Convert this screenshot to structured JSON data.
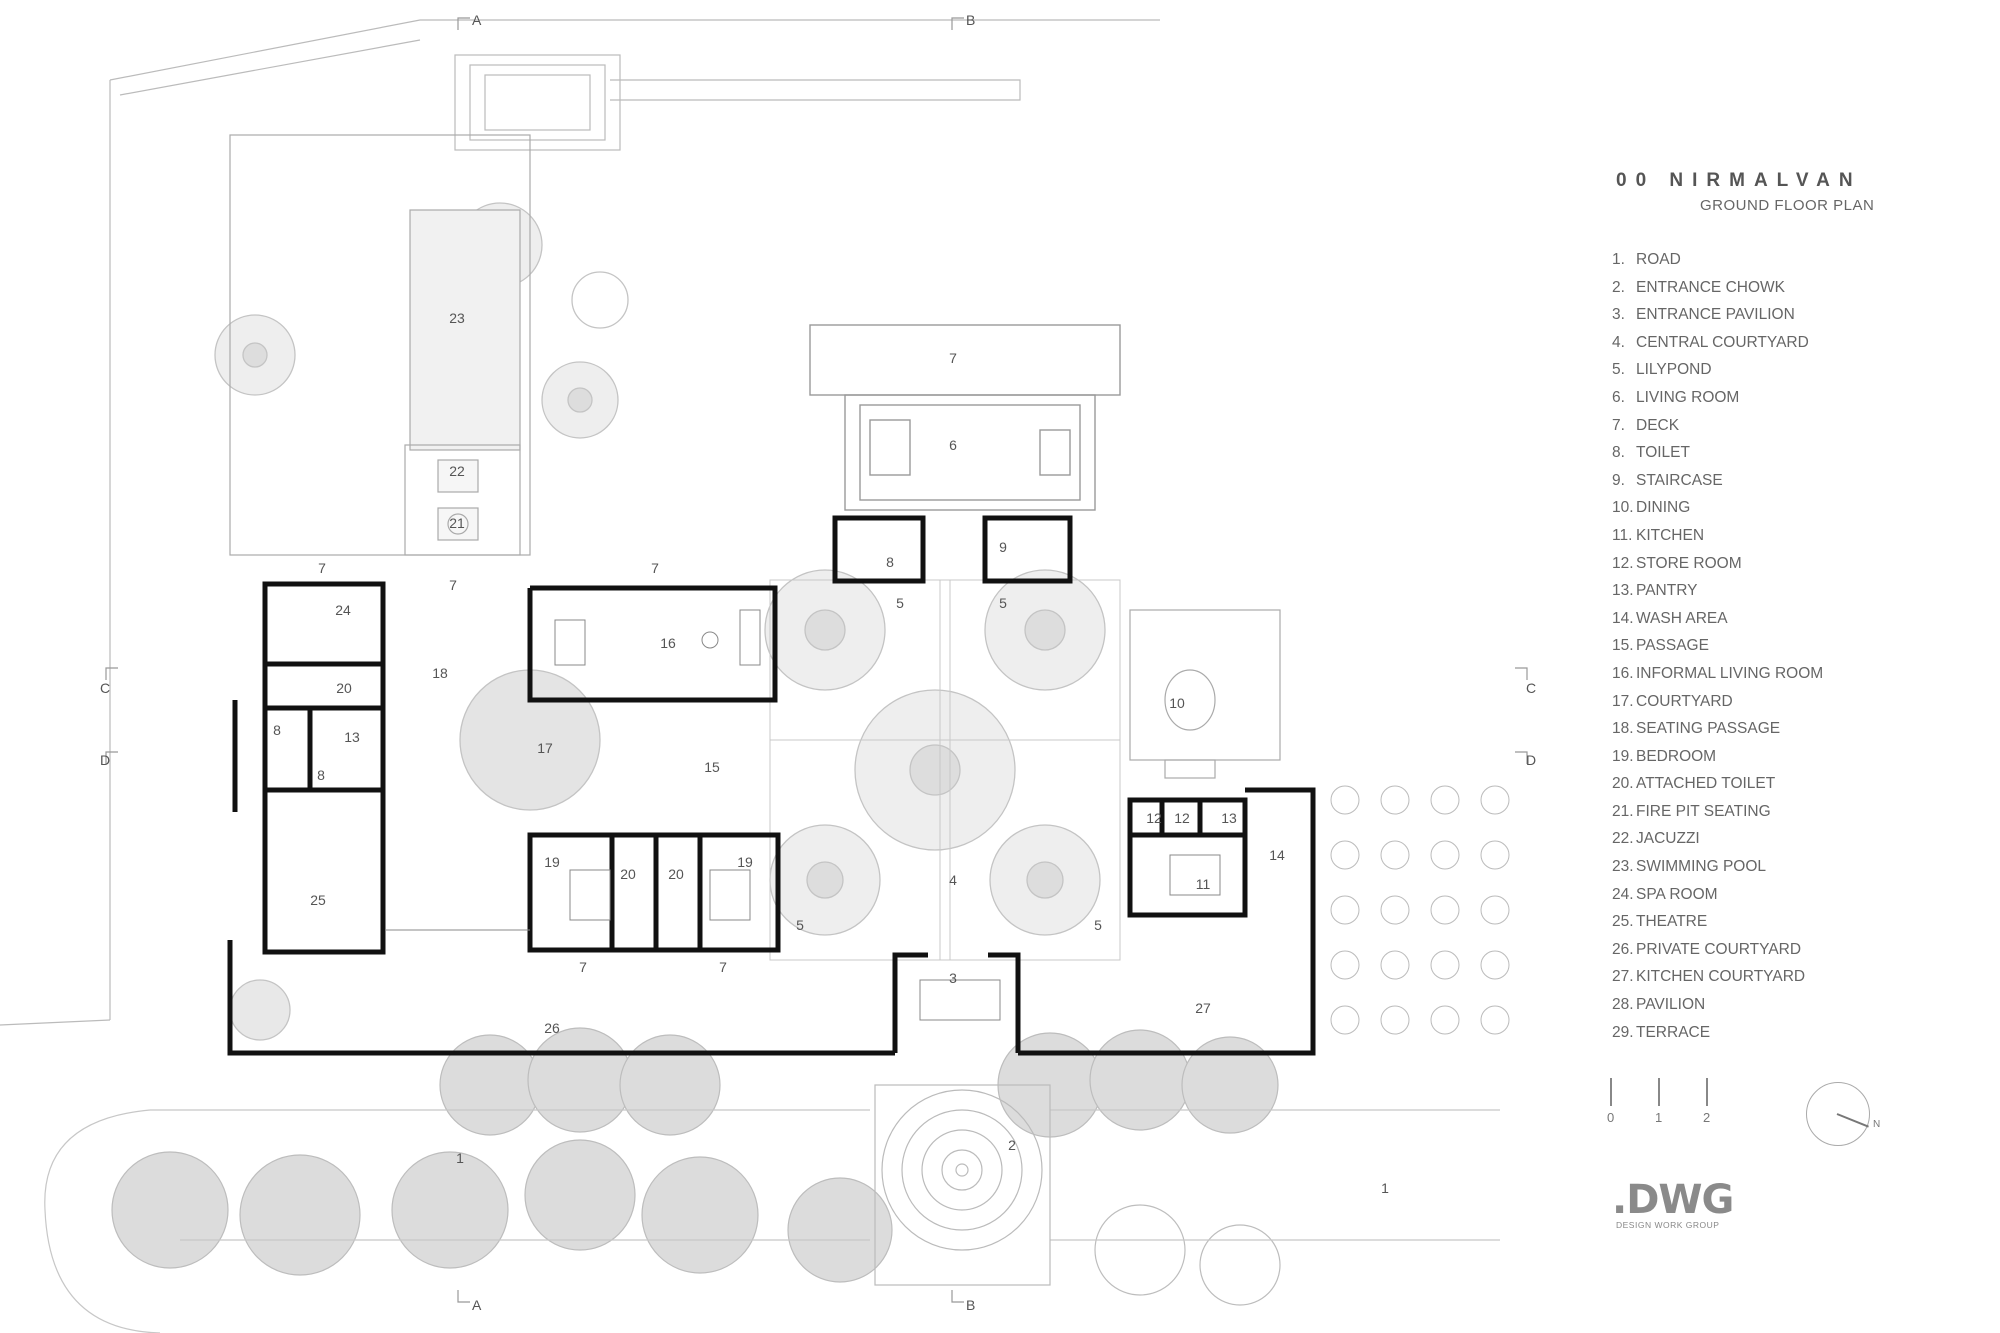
{
  "project": {
    "title": "00 NIRMALVAN",
    "subtitle": "GROUND FLOOR PLAN"
  },
  "legend": [
    {
      "num": "1.",
      "label": "ROAD"
    },
    {
      "num": "2.",
      "label": "ENTRANCE CHOWK"
    },
    {
      "num": "3.",
      "label": "ENTRANCE PAVILION"
    },
    {
      "num": "4.",
      "label": "CENTRAL COURTYARD"
    },
    {
      "num": "5.",
      "label": "LILYPOND"
    },
    {
      "num": "6.",
      "label": "LIVING ROOM"
    },
    {
      "num": "7.",
      "label": "DECK"
    },
    {
      "num": "8.",
      "label": "TOILET"
    },
    {
      "num": "9.",
      "label": "STAIRCASE"
    },
    {
      "num": "10.",
      "label": "DINING"
    },
    {
      "num": "11.",
      "label": "KITCHEN"
    },
    {
      "num": "12.",
      "label": "STORE ROOM"
    },
    {
      "num": "13.",
      "label": "PANTRY"
    },
    {
      "num": "14.",
      "label": "WASH AREA"
    },
    {
      "num": "15.",
      "label": "PASSAGE"
    },
    {
      "num": "16.",
      "label": "INFORMAL LIVING ROOM"
    },
    {
      "num": "17.",
      "label": "COURTYARD"
    },
    {
      "num": "18.",
      "label": "SEATING PASSAGE"
    },
    {
      "num": "19.",
      "label": "BEDROOM"
    },
    {
      "num": "20.",
      "label": "ATTACHED TOILET"
    },
    {
      "num": "21.",
      "label": "FIRE PIT SEATING"
    },
    {
      "num": "22.",
      "label": "JACUZZI"
    },
    {
      "num": "23.",
      "label": "SWIMMING POOL"
    },
    {
      "num": "24.",
      "label": "SPA ROOM"
    },
    {
      "num": "25.",
      "label": "THEATRE"
    },
    {
      "num": "26.",
      "label": "PRIVATE COURTYARD"
    },
    {
      "num": "27.",
      "label": "KITCHEN COURTYARD"
    },
    {
      "num": "28.",
      "label": "PAVILION"
    },
    {
      "num": "29.",
      "label": "TERRACE"
    }
  ],
  "scale_bar": {
    "labels": [
      "0",
      "1",
      "2"
    ]
  },
  "north_arrow": {
    "label": "N"
  },
  "logo": {
    "mark": ".DWG",
    "subtitle": "DESIGN WORK GROUP"
  },
  "section_markers": {
    "a": "A",
    "b": "B",
    "c": "C",
    "d": "D"
  },
  "plan_labels": {
    "l1": "1",
    "l2": "2",
    "l3": "3",
    "l4": "4",
    "l5": "5",
    "l6": "6",
    "l7": "7",
    "l8": "8",
    "l9": "9",
    "l10": "10",
    "l11": "11",
    "l12": "12",
    "l13": "13",
    "l14": "14",
    "l15": "15",
    "l16": "16",
    "l17": "17",
    "l18": "18",
    "l19": "19",
    "l20": "20",
    "l21": "21",
    "l22": "22",
    "l23": "23",
    "l24": "24",
    "l25": "25",
    "l26": "26",
    "l27": "27"
  },
  "colors": {
    "wall": "#111111",
    "line": "#bbbbbb",
    "vegetation": "#c9c9c9",
    "text": "#555555"
  }
}
